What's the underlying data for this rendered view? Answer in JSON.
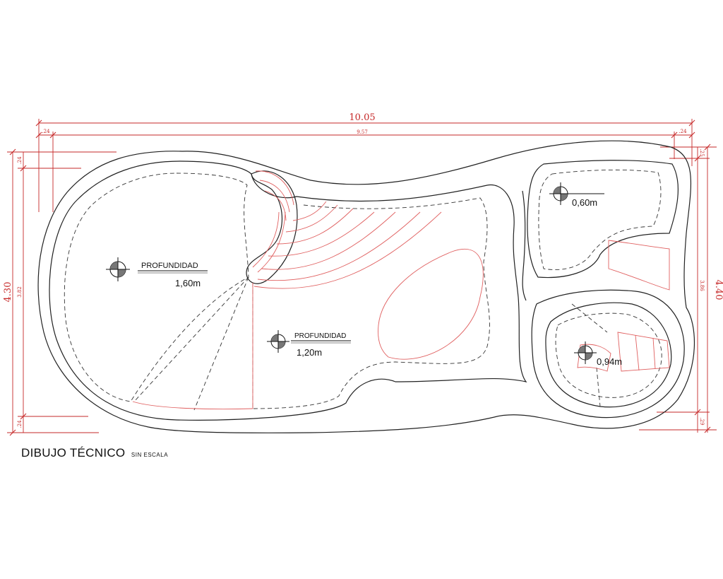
{
  "colors": {
    "dimension": "#c62828",
    "outline": "#222222",
    "step": "#e06060"
  },
  "dimensions": {
    "overall_length": "10.05",
    "inner_length": "9.57",
    "left_margin": ".24",
    "right_margin": ".24",
    "left_height": "4.30",
    "left_inner_height": "3.82",
    "left_top": ".24",
    "left_bottom": ".24",
    "right_height": "4.40",
    "right_inner_height": "3.86",
    "right_top": ".25",
    "right_bottom": ".29"
  },
  "depth_marks": [
    {
      "label": "PROFUNDIDAD",
      "value": "1,60m"
    },
    {
      "label": "PROFUNDIDAD",
      "value": "1,20m"
    },
    {
      "value": "0,60m"
    },
    {
      "value": "0,94m"
    }
  ],
  "caption": {
    "title": "DIBUJO TÉCNICO",
    "subtitle": "SIN ESCALA"
  }
}
